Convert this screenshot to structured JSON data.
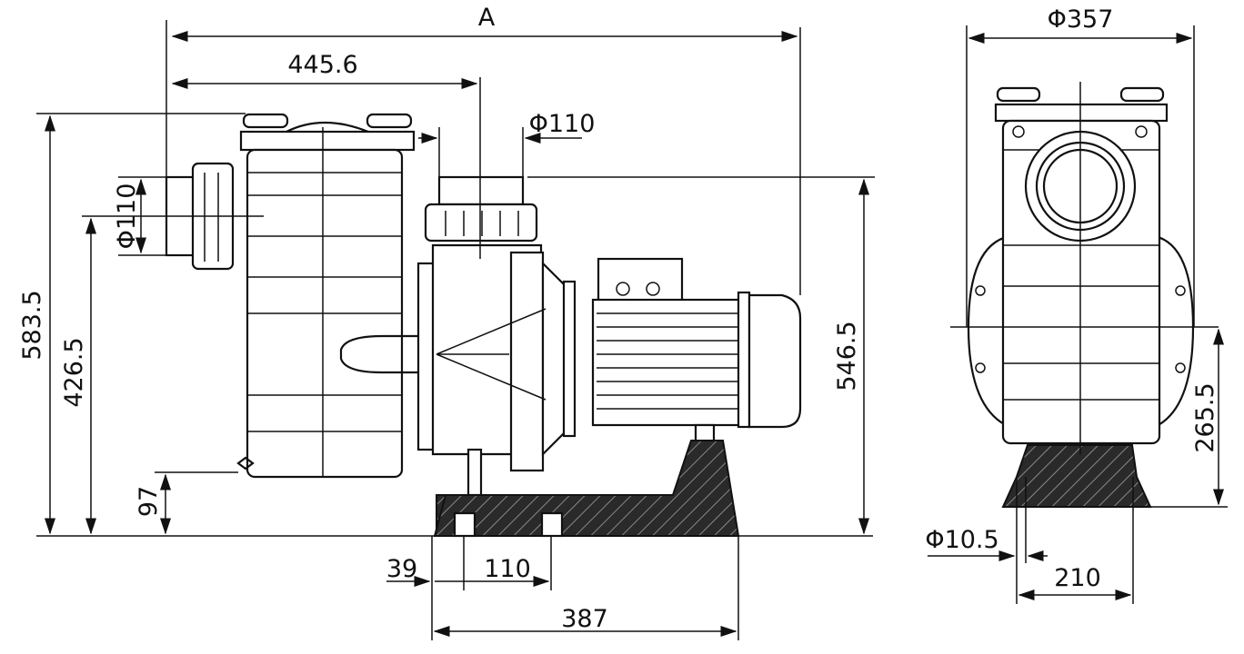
{
  "side_view": {
    "dimensions": {
      "overall_length": "A",
      "inlet_to_outlet": "445.6",
      "outlet_diameter": "Φ110",
      "inlet_diameter": "Φ110",
      "total_height": "583.5",
      "inlet_height": "426.5",
      "drain_height": "97",
      "outlet_height": "546.5",
      "foot_offset": "39",
      "foot_hole_spacing": "110",
      "base_length": "387"
    }
  },
  "front_view": {
    "dimensions": {
      "width_diameter": "Φ357",
      "axis_height": "265.5",
      "bolt_hole_diameter": "Φ10.5",
      "base_width": "210"
    }
  }
}
